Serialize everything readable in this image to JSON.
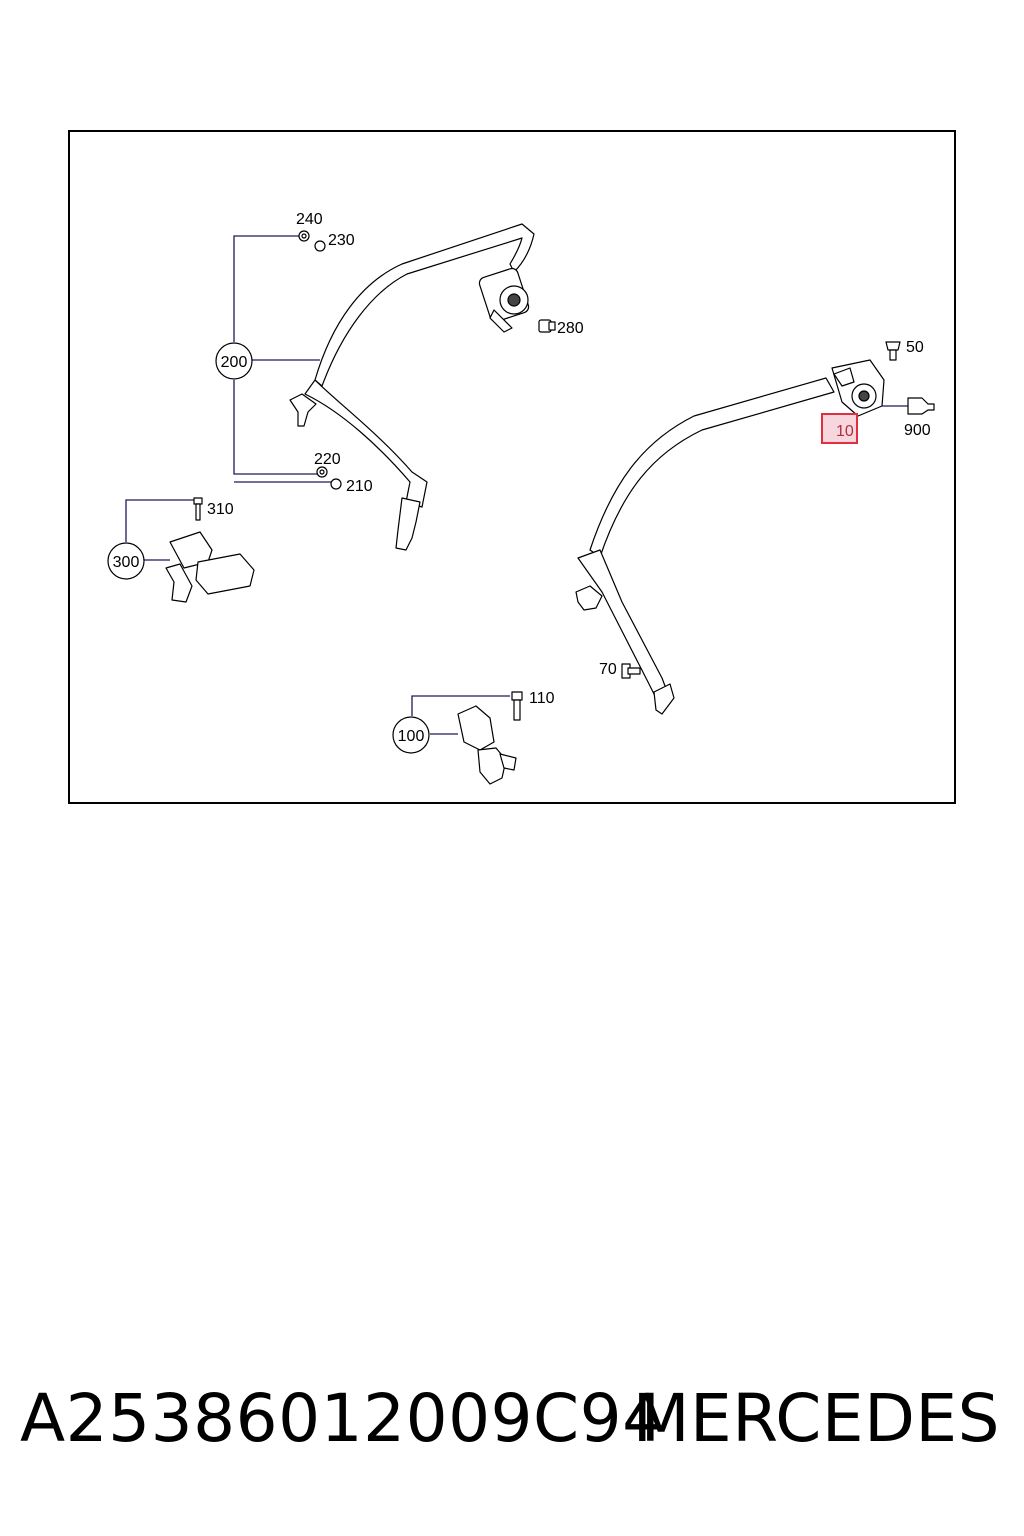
{
  "callouts": {
    "c240": "240",
    "c230": "230",
    "c280": "280",
    "c200": "200",
    "c220": "220",
    "c210": "210",
    "c310": "310",
    "c300": "300",
    "c50": "50",
    "c900": "900",
    "c10": "10",
    "c70": "70",
    "c110": "110",
    "c100": "100"
  },
  "highlighted_part": "10",
  "highlight_color": "#e03040",
  "footer": {
    "part_number": "A25386012009C94",
    "brand": "MERCEDES"
  }
}
